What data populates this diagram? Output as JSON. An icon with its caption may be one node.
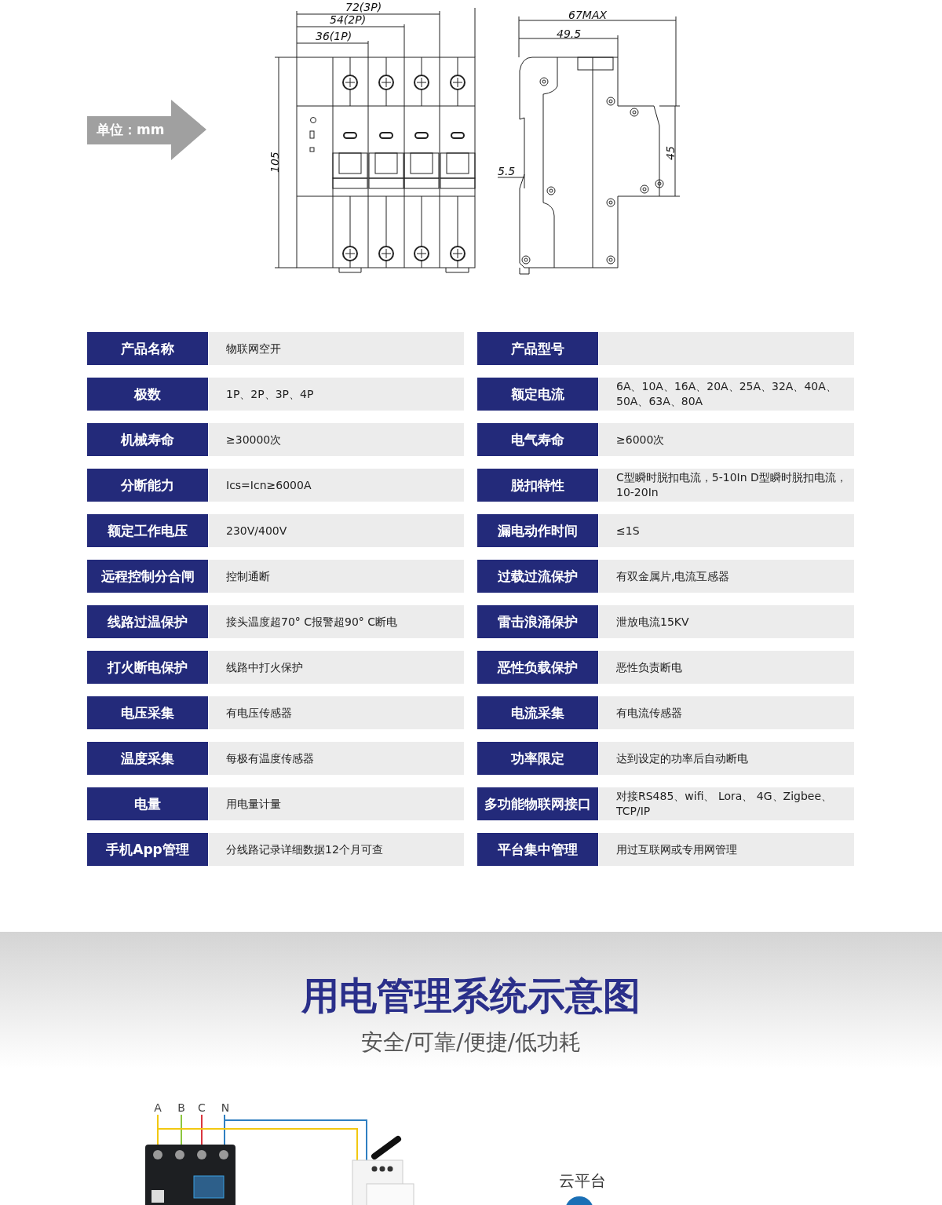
{
  "diagram": {
    "title": "用电管理系统示意图",
    "nodes": [
      {
        "text": [
          "单位：mm"
        ]
      },
      {
        "text": [
          "A"
        ]
      },
      {
        "text": [
          "B"
        ]
      },
      {
        "text": [
          "C"
        ]
      },
      {
        "text": [
          "N"
        ]
      },
      {
        "text": [],
        "shape": "picture"
      },
      {
        "text": [],
        "shape": "picture"
      },
      {
        "text": [],
        "shape": "circle",
        "beside": [
          "云平台"
        ]
      }
    ],
    "edges": [
      {
        "from": 1,
        "to": 5,
        "arrow": "none",
        "color": "#f2c811"
      },
      {
        "from": 2,
        "to": 5,
        "arrow": "none",
        "color": "#8cc63f"
      },
      {
        "from": 3,
        "to": 5,
        "arrow": "none",
        "color": "#d9363e"
      },
      {
        "from": 4,
        "to": 5,
        "arrow": "none",
        "color": "#2f7fc1"
      },
      {
        "from": 1,
        "to": 6,
        "arrow": "none",
        "color": "#f2c811"
      },
      {
        "from": 4,
        "to": 6,
        "arrow": "none",
        "color": "#2f7fc1"
      }
    ],
    "labels": [
      "72(3P)",
      "54(2P)",
      "36(1P)",
      "105",
      "67MAX",
      "49.5",
      "5.5",
      "45",
      "产品名称",
      "物联网空开",
      "产品型号",
      "极数",
      "1P、2P、3P、4P",
      "额定电流",
      "6A、10A、16A、20A、25A、32A、40A、50A、63A、80A",
      "机械寿命",
      "≥30000次",
      "电气寿命",
      "≥6000次",
      "分断能力",
      "Ics=Icn≥6000A",
      "脱扣特性",
      "C型瞬时脱扣电流，5-10In D型瞬时脱扣电流，10-20In",
      "额定工作电压",
      "230V/400V",
      "漏电动作时间",
      "≤1S",
      "远程控制分合闸",
      "控制通断",
      "过载过流保护",
      "有双金属片,电流互感器",
      "线路过温保护",
      "接头温度超70° C报警超90° C断电",
      "雷击浪涌保护",
      "泄放电流15KV",
      "打火断电保护",
      "线路中打火保护",
      "恶性负载保护",
      "恶性负责断电",
      "电压采集",
      "有电压传感器",
      "电流采集",
      "有电流传感器",
      "温度采集",
      "每极有温度传感器",
      "功率限定",
      "达到设定的功率后自动断电",
      "电量",
      "用电量计量",
      "多功能物联网接口",
      "对接RS485、wifi、 Lora、 4G、Zigbee、TCP/IP",
      "手机App管理",
      "分线路记录详细数据12个月可查",
      "平台集中管理",
      "用过互联网或专用网管理",
      "安全/可靠/便捷/低功耗"
    ]
  }
}
